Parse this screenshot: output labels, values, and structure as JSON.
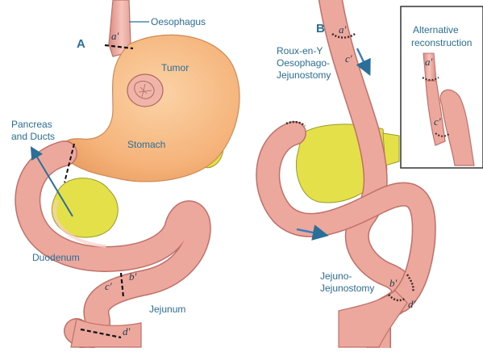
{
  "panels": {
    "a": {
      "letter": "A",
      "labels": {
        "oesophagus": "Oesophagus",
        "tumor": "Tumor",
        "stomach": "Stomach",
        "pancreas_line1": "Pancreas",
        "pancreas_line2": "and Ducts",
        "duodenum": "Duodenum",
        "jejunum": "Jejunum"
      },
      "markers": {
        "a": "a′",
        "b": "b′",
        "c": "c′",
        "d": "d′"
      }
    },
    "b": {
      "letter": "B",
      "labels": {
        "roux_line1": "Roux-en-Y",
        "roux_line2": "Oesophago-",
        "roux_line3": "Jejunostomy",
        "jj_line1": "Jejuno-",
        "jj_line2": "Jejunostomy"
      },
      "markers": {
        "a": "a′",
        "b": "b′",
        "c": "c′",
        "d": "d′"
      }
    },
    "inset": {
      "title_line1": "Alternative",
      "title_line2": "reconstruction",
      "markers": {
        "a": "a′",
        "c": "c′"
      }
    }
  },
  "colors": {
    "stomach_fill": "#f5b37a",
    "intestine_fill": "#eda89e",
    "intestine_stroke": "#c07067",
    "pancreas_fill": "#e4e04a",
    "label_blue": "#2a6f97",
    "arrow_blue": "#3a7fc1"
  }
}
